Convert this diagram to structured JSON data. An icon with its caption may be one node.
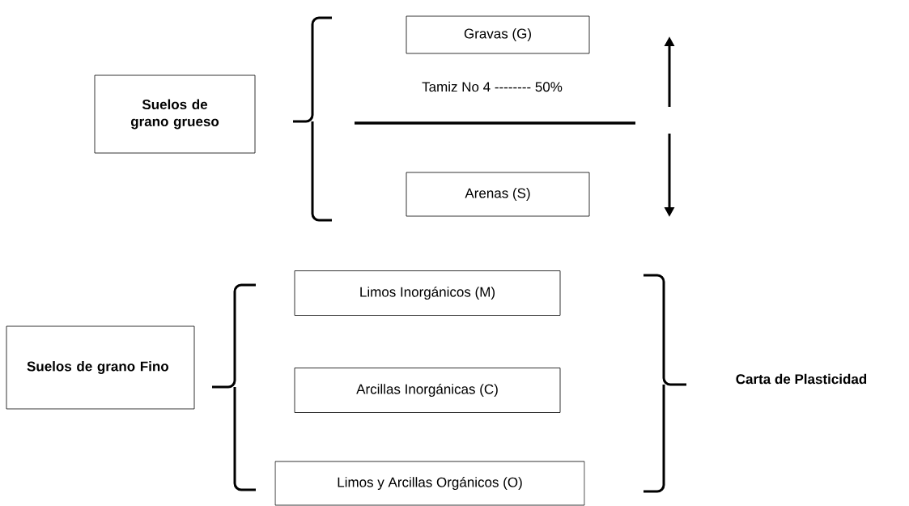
{
  "diagram": {
    "nodes": [
      {
        "text": [
          "Suelos de grano grueso"
        ]
      },
      {
        "text": [
          "Gravas (G)"
        ]
      },
      {
        "text": [
          "Arenas (S)"
        ]
      },
      {
        "text": [
          "Suelos de grano Fino"
        ]
      },
      {
        "text": [
          "Limos Inorgánicos (M)"
        ]
      },
      {
        "text": [
          "Arcillas Inorgánicas (C)"
        ]
      },
      {
        "text": [
          "Limos y Arcillas Orgánicos (O)"
        ]
      },
      {
        "text": [
          "Carta de Plasticidad"
        ]
      }
    ],
    "labels": [
      "Tamiz No 4 -------- 50%"
    ]
  }
}
